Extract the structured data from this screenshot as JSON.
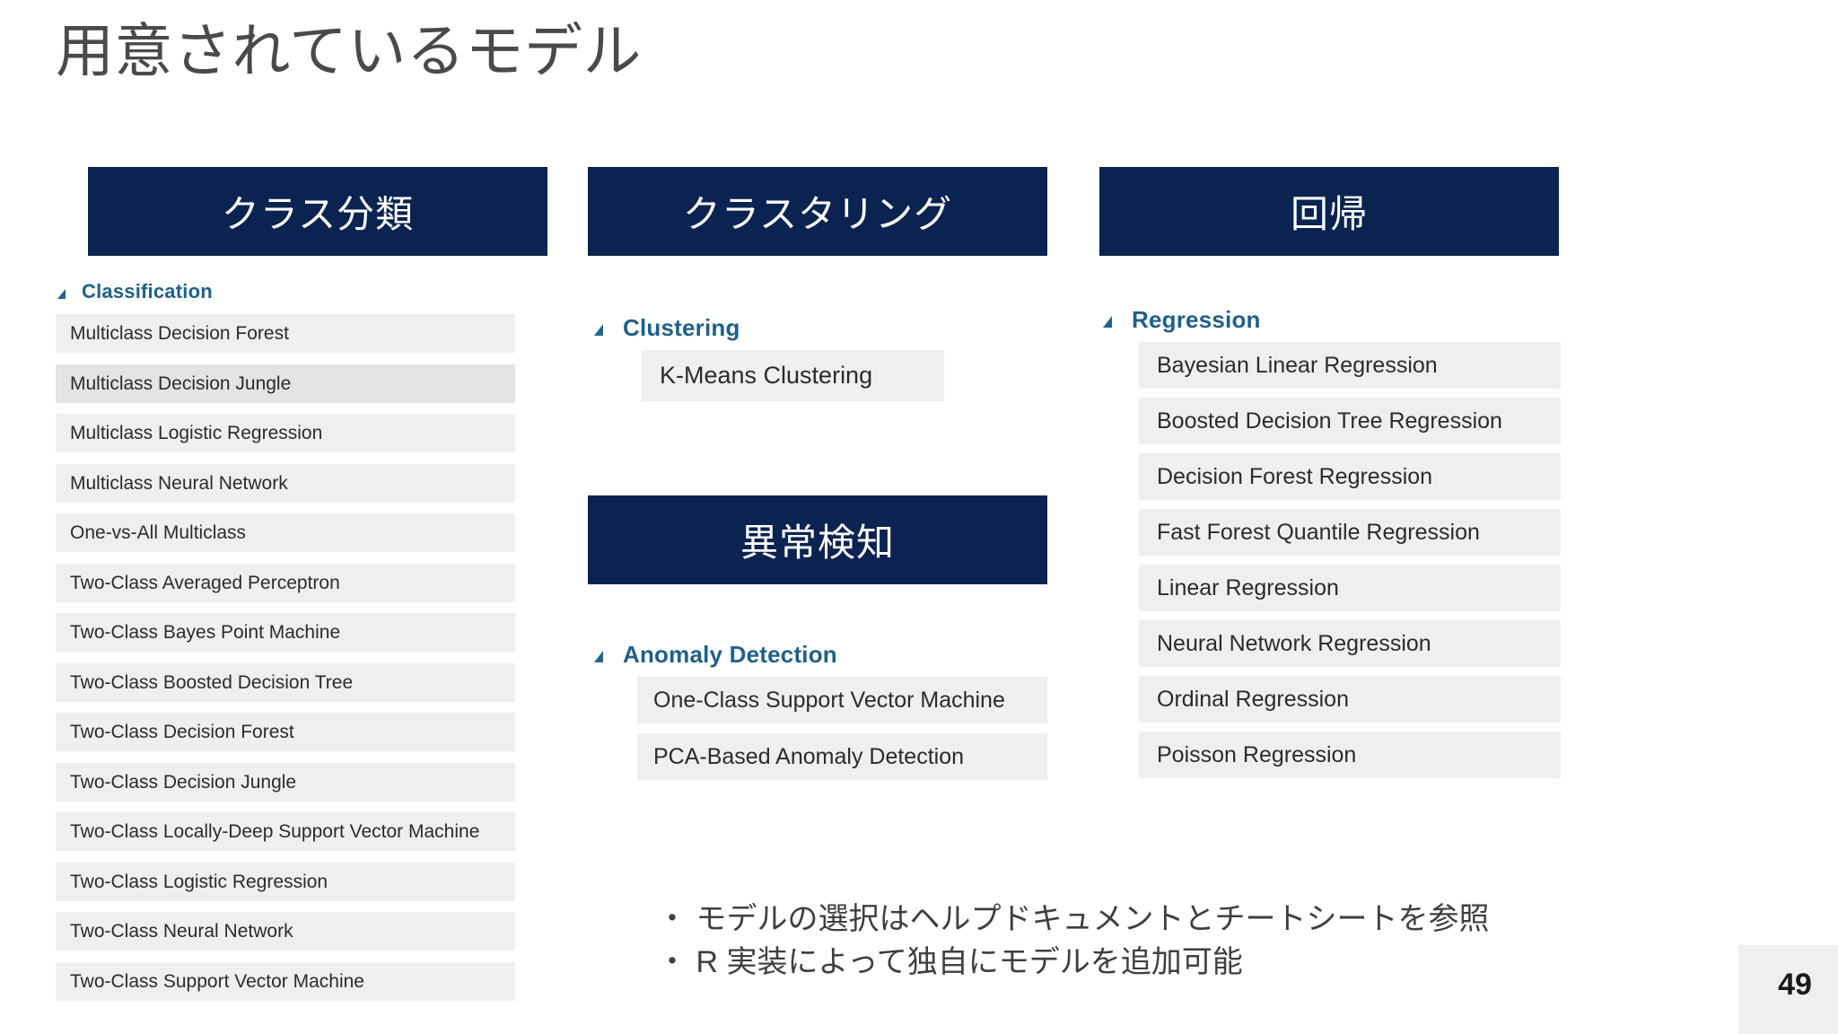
{
  "slide": {
    "title": "用意されているモデル",
    "page_number": "49"
  },
  "banners": {
    "classification": "クラス分類",
    "clustering": "クラスタリング",
    "regression": "回帰",
    "anomaly": "異常検知"
  },
  "groups": {
    "classification": {
      "label": "Classification",
      "icon": "expanded-triangle-icon",
      "items": [
        "Multiclass Decision Forest",
        "Multiclass Decision Jungle",
        "Multiclass Logistic Regression",
        "Multiclass Neural Network",
        "One-vs-All Multiclass",
        "Two-Class Averaged Perceptron",
        "Two-Class Bayes Point Machine",
        "Two-Class Boosted Decision Tree",
        "Two-Class Decision Forest",
        "Two-Class Decision Jungle",
        "Two-Class Locally-Deep Support Vector Machine",
        "Two-Class Logistic Regression",
        "Two-Class Neural Network",
        "Two-Class Support Vector Machine"
      ],
      "highlighted_index": 1
    },
    "clustering": {
      "label": "Clustering",
      "icon": "expanded-triangle-icon",
      "items": [
        "K-Means Clustering"
      ]
    },
    "anomaly": {
      "label": "Anomaly Detection",
      "icon": "expanded-triangle-icon",
      "items": [
        "One-Class Support Vector Machine",
        "PCA-Based Anomaly Detection"
      ]
    },
    "regression": {
      "label": "Regression",
      "icon": "expanded-triangle-icon",
      "items": [
        "Bayesian Linear Regression",
        "Boosted Decision Tree Regression",
        "Decision Forest Regression",
        "Fast Forest Quantile Regression",
        "Linear Regression",
        "Neural Network Regression",
        "Ordinal Regression",
        "Poisson Regression"
      ]
    }
  },
  "notes": [
    "・ モデルの選択はヘルプドキュメントとチートシートを参照",
    "・ R 実装によって独自にモデルを追加可能"
  ],
  "colors": {
    "banner_navy": "#0a2350",
    "group_label_blue": "#1f6089",
    "item_background": "#efeff0",
    "item_background_hover": "#e4e4e5",
    "title_gray": "#4a4a48",
    "page_plate": "#efeff1"
  }
}
